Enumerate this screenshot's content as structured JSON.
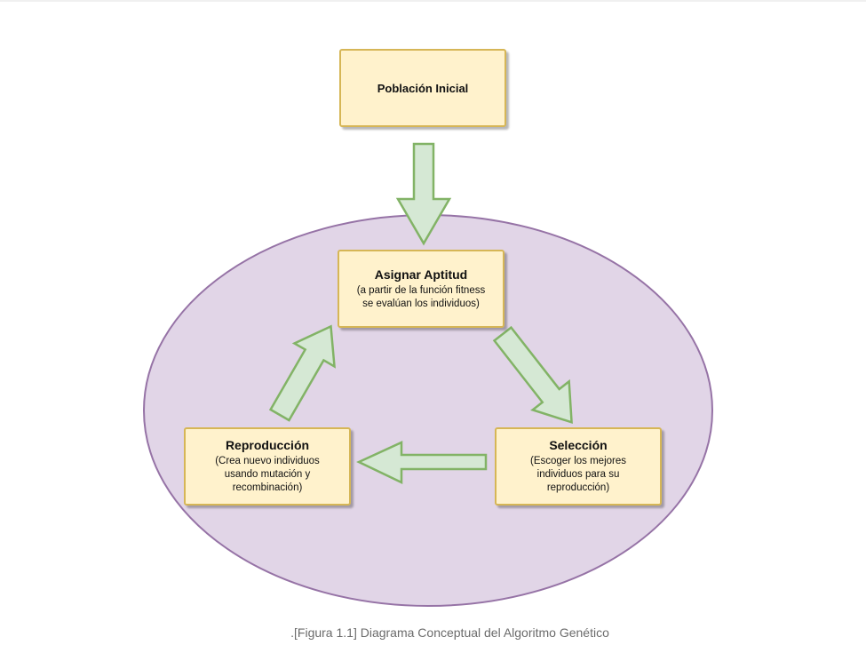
{
  "diagram": {
    "nodes": {
      "poblacion": {
        "title": "Población Inicial"
      },
      "aptitud": {
        "title": "Asignar Aptitud",
        "desc_line1": "(a partir de la función fitness",
        "desc_line2": "se evalúan los individuos)"
      },
      "seleccion": {
        "title": "Selección",
        "desc_line1": "(Escoger los mejores",
        "desc_line2": "individuos para su",
        "desc_line3": "reproducción)"
      },
      "reproduccion": {
        "title": "Reproducción",
        "desc_line1": "(Crea nuevo individuos",
        "desc_line2": "usando mutación y",
        "desc_line3": "recombinación)"
      }
    },
    "edges": [
      {
        "from": "Población Inicial",
        "to": "Asignar Aptitud"
      },
      {
        "from": "Asignar Aptitud",
        "to": "Selección"
      },
      {
        "from": "Selección",
        "to": "Reproducción"
      },
      {
        "from": "Reproducción",
        "to": "Asignar Aptitud"
      }
    ],
    "colors": {
      "node_fill": "#fff2cc",
      "node_border": "#d6b656",
      "ellipse_fill": "#e1d5e7",
      "ellipse_border": "#9673a6",
      "arrow_fill": "#d5e8d4",
      "arrow_border": "#82b366"
    }
  },
  "caption": ".[Figura 1.1] Diagrama Conceptual del Algoritmo Genético"
}
